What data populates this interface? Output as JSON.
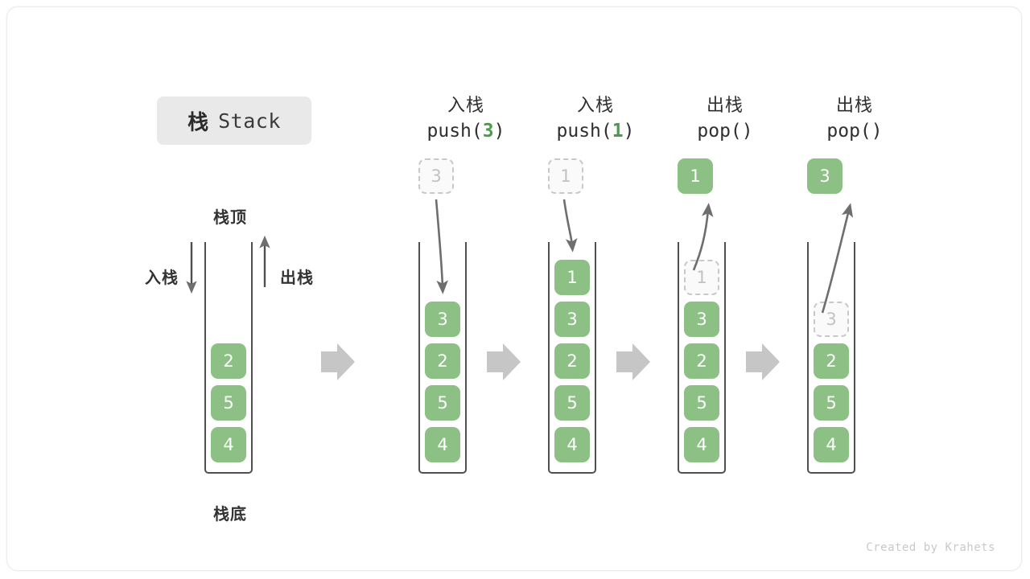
{
  "title": {
    "cn": "栈",
    "en": "Stack"
  },
  "labels": {
    "top": "栈顶",
    "bottom": "栈底",
    "push": "入栈",
    "pop": "出栈"
  },
  "footer": "Created by Krahets",
  "colors": {
    "cell_green": "#8cc084",
    "cell_text": "#ffffff",
    "ghost_border": "#c8c8c8",
    "ghost_text": "#c2c2c2",
    "arrow_gray": "#6e6e6e",
    "block_arrow": "#c6c6c6",
    "badge_bg": "#e9e9e9",
    "accent_number": "#4a9a4a"
  },
  "columns": [
    {
      "name": "initial",
      "head_line1": "",
      "head_op": "",
      "head_arg": "",
      "cells": [
        "2",
        "5",
        "4"
      ],
      "ghost_top": null,
      "floating": null
    },
    {
      "name": "push-3",
      "head_line1": "入栈",
      "head_op": "push(",
      "head_arg": "3",
      "head_close": ")",
      "cells": [
        "3",
        "2",
        "5",
        "4"
      ],
      "ghost_above": "3",
      "floating": null
    },
    {
      "name": "push-1",
      "head_line1": "入栈",
      "head_op": "push(",
      "head_arg": "1",
      "head_close": ")",
      "cells": [
        "1",
        "3",
        "2",
        "5",
        "4"
      ],
      "ghost_above": "1",
      "floating": null
    },
    {
      "name": "pop-1",
      "head_line1": "出栈",
      "head_op": "pop(",
      "head_arg": "",
      "head_close": ")",
      "cells": [
        "3",
        "2",
        "5",
        "4"
      ],
      "ghost_in_stack": "1",
      "floating": "1"
    },
    {
      "name": "pop-3",
      "head_line1": "出栈",
      "head_op": "pop(",
      "head_arg": "",
      "head_close": ")",
      "cells": [
        "2",
        "5",
        "4"
      ],
      "ghost_in_stack": "3",
      "floating": "3"
    }
  ]
}
